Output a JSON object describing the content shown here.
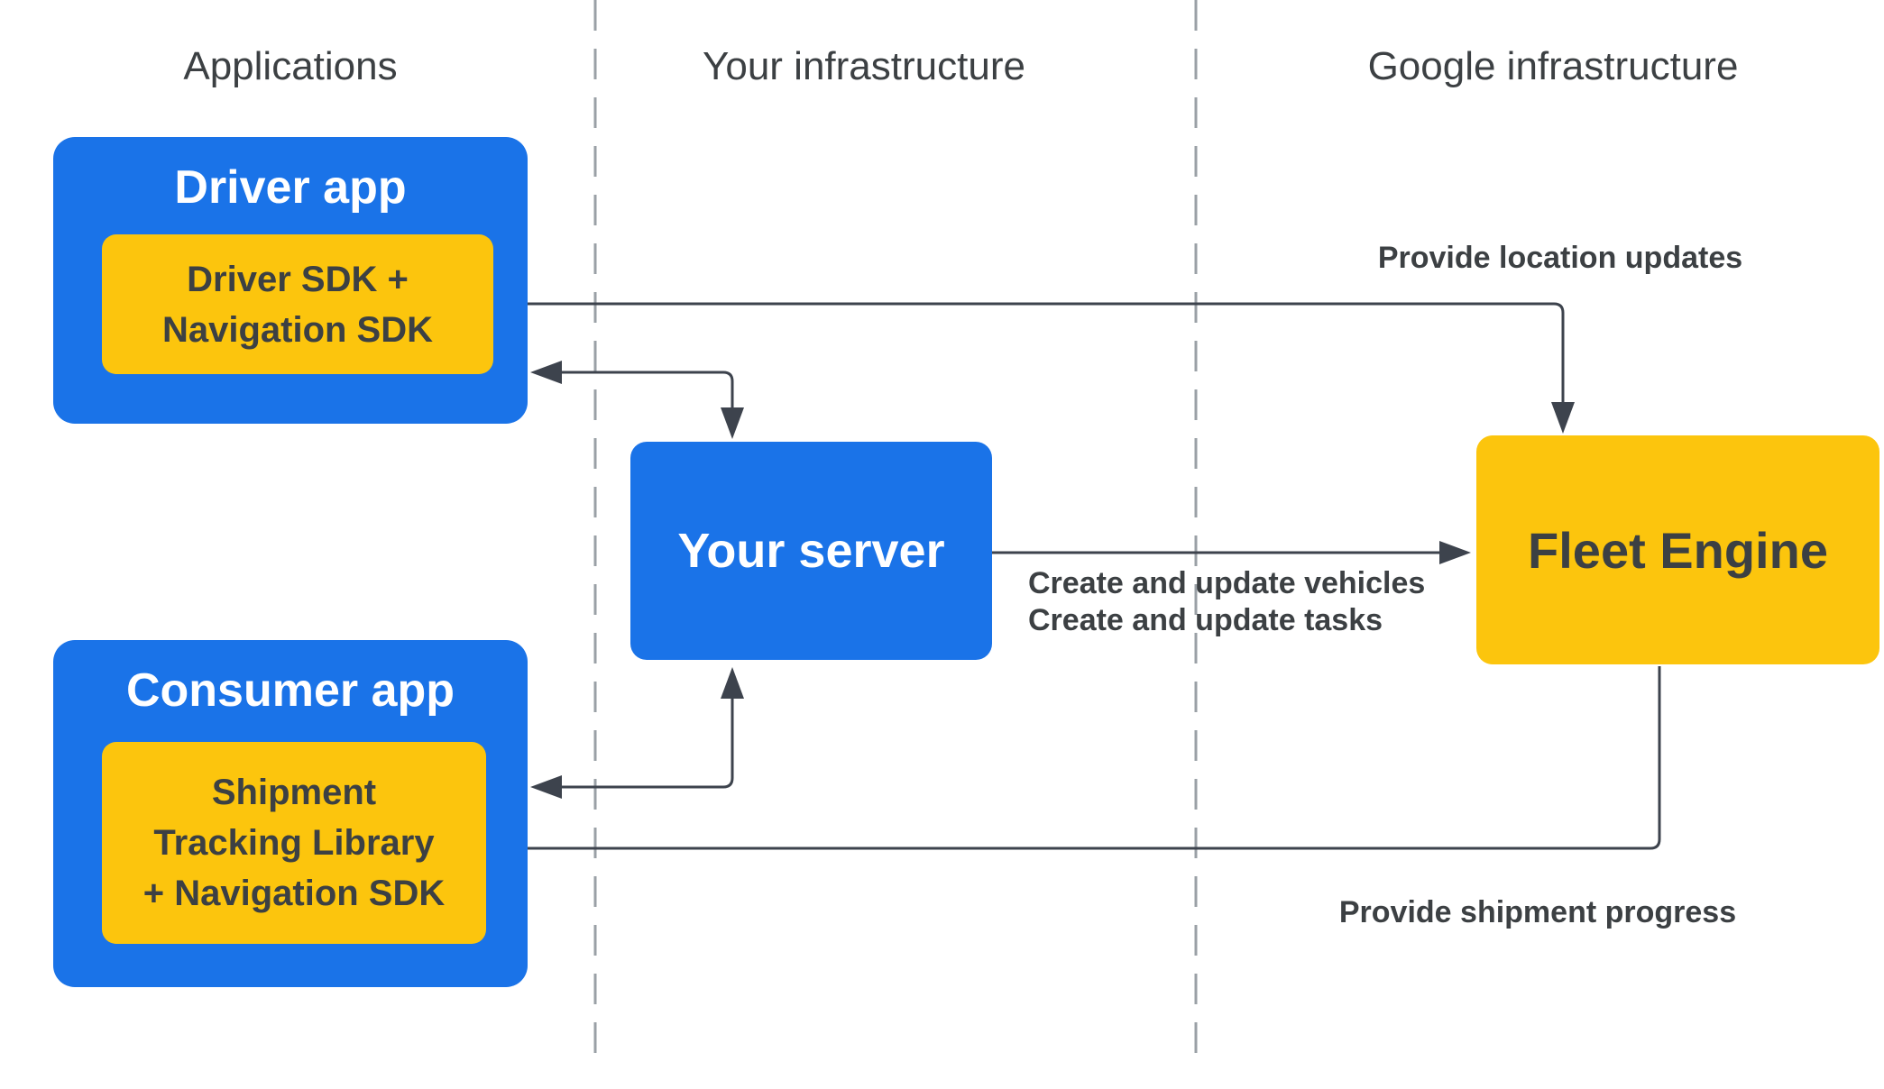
{
  "diagram": {
    "columns": [
      {
        "label": "Applications"
      },
      {
        "label": "Your infrastructure"
      },
      {
        "label": "Google infrastructure"
      }
    ],
    "nodes": {
      "driver_app": {
        "title": "Driver app"
      },
      "driver_sdk": {
        "lines": [
          "Driver SDK +",
          "Navigation SDK"
        ]
      },
      "consumer_app": {
        "title": "Consumer app"
      },
      "shipment_lib": {
        "lines": [
          "Shipment",
          "Tracking Library",
          "+ Navigation SDK"
        ]
      },
      "your_server": {
        "title": "Your server"
      },
      "fleet_engine": {
        "title": "Fleet Engine"
      }
    },
    "edge_labels": {
      "provide_location_updates": "Provide location updates",
      "create_update_vehicles": "Create and update vehicles",
      "create_update_tasks": "Create and update tasks",
      "provide_shipment_progress": "Provide shipment progress"
    },
    "colors": {
      "node_blue": "#1a73e8",
      "node_yellow": "#fcc50d",
      "connector": "#3d434d",
      "text_dark": "#3c4043",
      "text_light": "#ffffff",
      "divider_gray": "#9aa0a6",
      "background": "#ffffff"
    }
  }
}
